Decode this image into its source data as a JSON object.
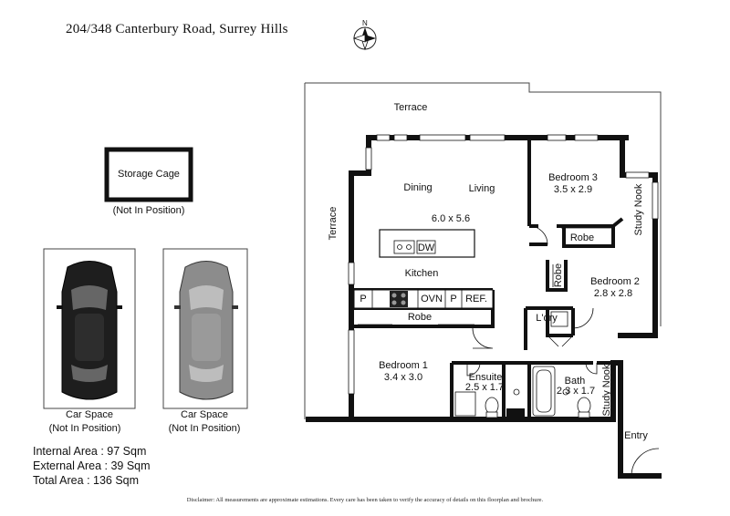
{
  "address": "204/348 Canterbury Road, Surrey Hills",
  "compass": {
    "label": "N"
  },
  "storage": {
    "label": "Storage Cage",
    "note": "(Not In Position)"
  },
  "car_spaces": [
    {
      "label": "Car Space",
      "note": "(Not In Position)"
    },
    {
      "label": "Car Space",
      "note": "(Not In Position)"
    }
  ],
  "areas": {
    "internal": "Internal Area : 97 Sqm",
    "external": "External Area : 39 Sqm",
    "total": "Total Area : 136 Sqm"
  },
  "rooms": {
    "terrace_top": "Terrace",
    "terrace_left": "Terrace",
    "dining": "Dining",
    "living": "Living",
    "living_dims": "6.0 x 5.6",
    "kitchen": "Kitchen",
    "dw": "DW",
    "bedroom3": "Bedroom 3",
    "bedroom3_dims": "3.5 x 2.9",
    "robe_b3": "Robe",
    "study_nook_top": "Study Nook",
    "robe_b2": "Robe",
    "bedroom2": "Bedroom 2",
    "bedroom2_dims": "2.8 x 2.8",
    "ldry": "L'dry",
    "robe_b1": "Robe",
    "bedroom1": "Bedroom 1",
    "bedroom1_dims": "3.4 x 3.0",
    "ensuite": "Ensuite",
    "ensuite_dims": "2.5 x 1.7",
    "bath": "Bath",
    "bath_dims": "2.3 x 1.7",
    "study_nook_bottom": "Study Nook",
    "entry": "Entry"
  },
  "kitchen_units": [
    "P",
    "OVN",
    "P",
    "REF."
  ],
  "disclaimer": "Disclaimer: All measurements are approximate estimations. Every care has been taken to verify the accuracy of details on this floorplan and brochure."
}
